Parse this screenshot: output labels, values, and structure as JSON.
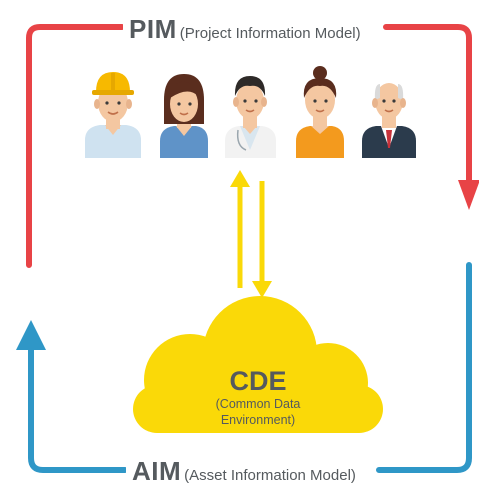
{
  "colors": {
    "pim_loop": "#e84346",
    "aim_loop": "#2f97c7",
    "cde_cloud": "#fad908",
    "exchange_arrows": "#fad908",
    "label_text": "#555a5e"
  },
  "pim": {
    "abbr": "PIM",
    "full": "(Project Information Model)"
  },
  "aim": {
    "abbr": "AIM",
    "full": "(Asset Information Model)"
  },
  "cde": {
    "title": "CDE",
    "subtitle": "(Common Data Environment)"
  },
  "people": [
    {
      "icon": "construction-worker-icon"
    },
    {
      "icon": "woman-icon"
    },
    {
      "icon": "doctor-icon"
    },
    {
      "icon": "woman-bun-icon"
    },
    {
      "icon": "businessman-icon"
    }
  ]
}
